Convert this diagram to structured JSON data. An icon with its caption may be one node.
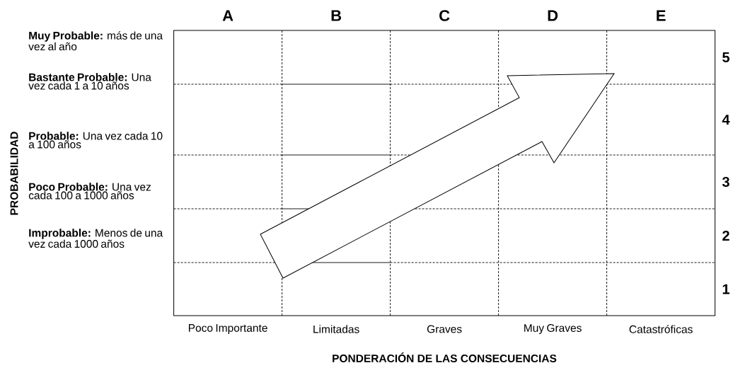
{
  "diagram": {
    "labels": [
      "A",
      "B",
      "C",
      "D",
      "E",
      "PROBABILIDAD",
      "**Muy Probable:** más de una vez al año",
      "5",
      "**Bastante Probable:** Una vez cada 1 a 10 años",
      "4",
      "**Probable:** Una vez cada 10 a 100 años",
      "3",
      "**Poco Probable:** Una vez cada 100 a 1000 años",
      "2",
      "**Improbable:** Menos de una vez cada 1000 años",
      "1",
      "Poco Importante",
      "Limitadas",
      "Graves",
      "Muy Graves",
      "Catastróficas",
      "PONDERACIÓN DE LAS CONSECUENCIAS"
    ]
  }
}
